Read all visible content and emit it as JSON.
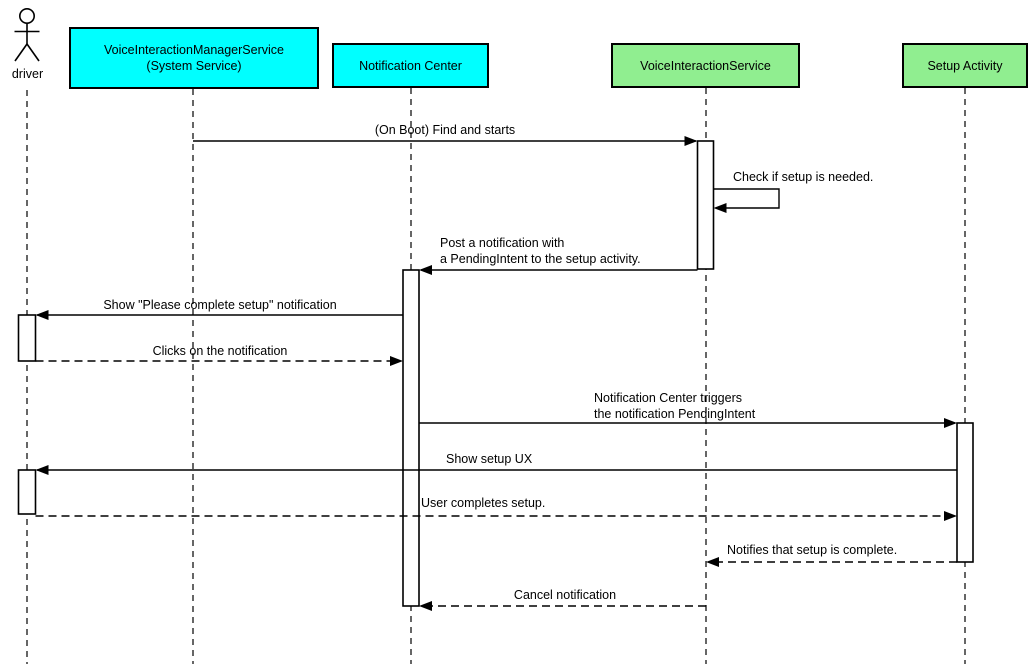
{
  "diagram": {
    "actor": {
      "label": "driver"
    },
    "participants": [
      {
        "id": "voice-interaction-manager-service",
        "label": "VoiceInteractionManagerService\n(System Service)",
        "fill": "#00FFFF"
      },
      {
        "id": "notification-center",
        "label": "Notification Center",
        "fill": "#00FFFF"
      },
      {
        "id": "voice-interaction-service",
        "label": "VoiceInteractionService",
        "fill": "#90EE90"
      },
      {
        "id": "setup-activity",
        "label": "Setup Activity",
        "fill": "#90EE90"
      }
    ],
    "messages": [
      {
        "label": "(On Boot) Find and starts",
        "from": "VoiceInteractionManagerService (System Service)",
        "to": "VoiceInteractionService",
        "line": "solid"
      },
      {
        "label": "Check if setup is needed.",
        "from": "VoiceInteractionService",
        "to": "VoiceInteractionService",
        "line": "solid",
        "self_message": true
      },
      {
        "label": "Post a notification with\na PendingIntent to the setup activity.",
        "from": "VoiceInteractionService",
        "to": "Notification Center",
        "line": "solid"
      },
      {
        "label": "Show \"Please complete setup\" notification",
        "from": "Notification Center",
        "to": "driver",
        "line": "solid"
      },
      {
        "label": "Clicks on the notification",
        "from": "driver",
        "to": "Notification Center",
        "line": "dashed"
      },
      {
        "label": "Notification Center triggers\nthe notification PendingIntent",
        "from": "Notification Center",
        "to": "Setup Activity",
        "line": "solid"
      },
      {
        "label": "Show setup UX",
        "from": "Setup Activity",
        "to": "driver",
        "line": "solid"
      },
      {
        "label": "User completes setup.",
        "from": "driver",
        "to": "Setup Activity",
        "line": "dashed"
      },
      {
        "label": "Notifies that setup is complete.",
        "from": "Setup Activity",
        "to": "VoiceInteractionService",
        "line": "dashed"
      },
      {
        "label": "Cancel notification",
        "from": "VoiceInteractionService",
        "to": "Notification Center",
        "line": "dashed"
      }
    ],
    "colors": {
      "participant_cyan": "#00FFFF",
      "participant_green": "#90EE90",
      "line": "#000000",
      "background": "#FFFFFF",
      "activation_fill": "#FFFFFF"
    }
  }
}
